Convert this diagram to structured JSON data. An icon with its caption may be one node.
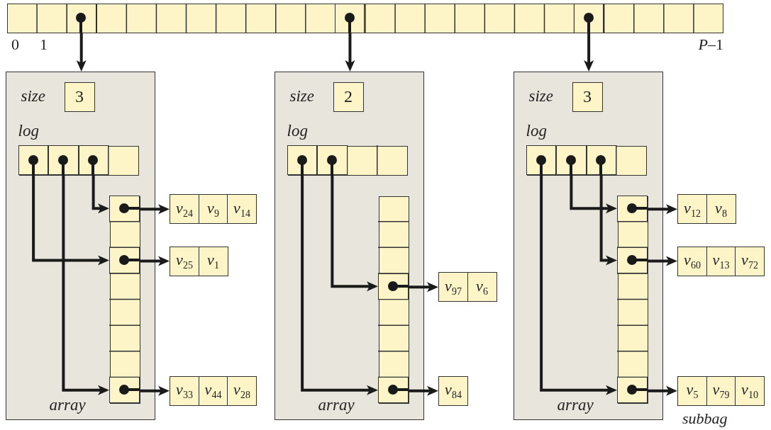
{
  "diagram": {
    "nodes": [
      {
        "text": [],
        "shape": "bar"
      },
      {
        "text": [],
        "shape": "box",
        "in": 0
      },
      {
        "text": [],
        "shape": "box",
        "in": 0
      },
      {
        "text": [],
        "shape": "box",
        "in": 0
      },
      {
        "text": [],
        "shape": "box"
      },
      {
        "text": [
          "3"
        ],
        "beside": [
          "size"
        ],
        "in": 4
      },
      {
        "text": [],
        "shape": "bar",
        "beside": [
          "log"
        ],
        "in": 4
      },
      {
        "text": [],
        "shape": "box",
        "in": 6
      },
      {
        "text": [],
        "shape": "box",
        "in": 6
      },
      {
        "text": [],
        "shape": "box",
        "in": 6
      },
      {
        "text": [],
        "shape": "bar",
        "beside": [
          "array"
        ],
        "in": 4
      },
      {
        "text": [],
        "shape": "box",
        "in": 10
      },
      {
        "text": [],
        "shape": "box",
        "in": 10
      },
      {
        "text": [],
        "shape": "box",
        "in": 10
      },
      {
        "text": [
          "v$_{24}$",
          "v$_{9}$",
          "v$_{14}$"
        ]
      },
      {
        "text": [
          "v$_{25}$",
          "v$_{1}$"
        ]
      },
      {
        "text": [
          "v$_{33}$",
          "v$_{44}$",
          "v$_{28}$"
        ]
      },
      {
        "text": [],
        "shape": "box"
      },
      {
        "text": [
          "2"
        ],
        "beside": [
          "size"
        ],
        "in": 17
      },
      {
        "text": [],
        "shape": "bar",
        "beside": [
          "log"
        ],
        "in": 17
      },
      {
        "text": [],
        "shape": "box",
        "in": 19
      },
      {
        "text": [],
        "shape": "box",
        "in": 19
      },
      {
        "text": [],
        "shape": "bar",
        "beside": [
          "array"
        ],
        "in": 17
      },
      {
        "text": [],
        "shape": "box",
        "in": 22
      },
      {
        "text": [],
        "shape": "box",
        "in": 22
      },
      {
        "text": [
          "v$_{97}$",
          "v$_{6}$"
        ]
      },
      {
        "text": [
          "v$_{84}$"
        ]
      },
      {
        "text": [],
        "shape": "box"
      },
      {
        "text": [
          "3"
        ],
        "beside": [
          "size"
        ],
        "in": 27
      },
      {
        "text": [],
        "shape": "bar",
        "beside": [
          "log"
        ],
        "in": 27
      },
      {
        "text": [],
        "shape": "box",
        "in": 29
      },
      {
        "text": [],
        "shape": "box",
        "in": 29
      },
      {
        "text": [],
        "shape": "box",
        "in": 29
      },
      {
        "text": [],
        "shape": "bar",
        "beside": [
          "array"
        ],
        "in": 27
      },
      {
        "text": [],
        "shape": "box",
        "in": 33
      },
      {
        "text": [],
        "shape": "box",
        "in": 33
      },
      {
        "text": [],
        "shape": "box",
        "in": 33
      },
      {
        "text": [
          "v$_{12}$",
          "v$_{8}$"
        ]
      },
      {
        "text": [
          "v$_{60}$",
          "v$_{13}$",
          "v$_{72}$"
        ]
      },
      {
        "text": [
          "v$_{5}$",
          "v$_{79}$",
          "v$_{10}$"
        ]
      }
    ],
    "edges": [
      {
        "from": 1,
        "to": 4,
        "arrow": "to"
      },
      {
        "from": 2,
        "to": 17,
        "arrow": "to"
      },
      {
        "from": 3,
        "to": 27,
        "arrow": "to"
      },
      {
        "from": 7,
        "to": 12,
        "arrow": "to"
      },
      {
        "from": 8,
        "to": 13,
        "arrow": "to"
      },
      {
        "from": 9,
        "to": 11,
        "arrow": "to"
      },
      {
        "from": 11,
        "to": 14,
        "arrow": "to"
      },
      {
        "from": 12,
        "to": 15,
        "arrow": "to"
      },
      {
        "from": 13,
        "to": 16,
        "arrow": "to"
      },
      {
        "from": 20,
        "to": 24,
        "arrow": "to"
      },
      {
        "from": 21,
        "to": 23,
        "arrow": "to"
      },
      {
        "from": 23,
        "to": 25,
        "arrow": "to"
      },
      {
        "from": 24,
        "to": 26,
        "arrow": "to"
      },
      {
        "from": 30,
        "to": 36,
        "arrow": "to"
      },
      {
        "from": 31,
        "to": 34,
        "arrow": "to"
      },
      {
        "from": 32,
        "to": 35,
        "arrow": "to"
      },
      {
        "from": 34,
        "to": 37,
        "arrow": "to"
      },
      {
        "from": 35,
        "to": 38,
        "arrow": "to"
      },
      {
        "from": 36,
        "to": 39,
        "arrow": "to"
      }
    ],
    "labels": [
      "0",
      "1",
      "*P*–1",
      "subbag"
    ]
  }
}
